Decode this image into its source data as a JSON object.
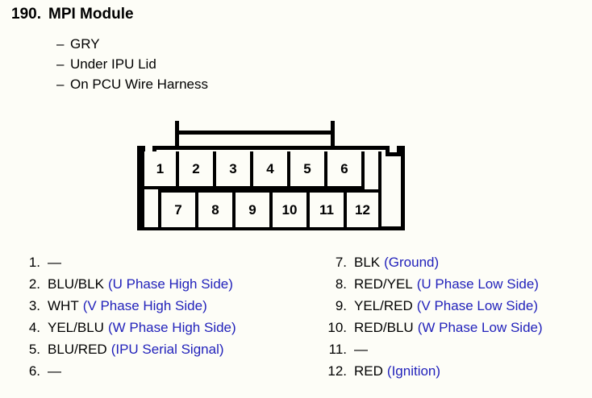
{
  "header": {
    "number": "190.",
    "title": "MPI Module",
    "bullets": [
      {
        "dash": "–",
        "text": "GRY"
      },
      {
        "dash": "–",
        "text": "Under IPU Lid"
      },
      {
        "dash": "–",
        "text": "On PCU Wire Harness"
      }
    ]
  },
  "connector": {
    "top_row": [
      "1",
      "2",
      "3",
      "4",
      "5",
      "6",
      ""
    ],
    "bottom_row": [
      "",
      "7",
      "8",
      "9",
      "10",
      "11",
      "12"
    ]
  },
  "pin_list": {
    "left": [
      {
        "num": "1.",
        "wire": "—",
        "desc": ""
      },
      {
        "num": "2.",
        "wire": "BLU/BLK",
        "desc": "(U Phase High Side)"
      },
      {
        "num": "3.",
        "wire": "WHT",
        "desc": "(V Phase High Side)"
      },
      {
        "num": "4.",
        "wire": "YEL/BLU",
        "desc": "(W Phase High Side)"
      },
      {
        "num": "5.",
        "wire": "BLU/RED",
        "desc": "(IPU Serial Signal)"
      },
      {
        "num": "6.",
        "wire": "—",
        "desc": ""
      }
    ],
    "right": [
      {
        "num": "7.",
        "wire": "BLK",
        "desc": "(Ground)"
      },
      {
        "num": "8.",
        "wire": "RED/YEL",
        "desc": "(U Phase Low Side)"
      },
      {
        "num": "9.",
        "wire": "YEL/RED",
        "desc": "(V Phase Low Side)"
      },
      {
        "num": "10.",
        "wire": "RED/BLU",
        "desc": "(W Phase Low Side)"
      },
      {
        "num": "11.",
        "wire": "—",
        "desc": ""
      },
      {
        "num": "12.",
        "wire": "RED",
        "desc": "(Ignition)"
      }
    ]
  },
  "colors": {
    "text": "#000000",
    "description": "#2222bb",
    "background": "#fdfdf7"
  }
}
